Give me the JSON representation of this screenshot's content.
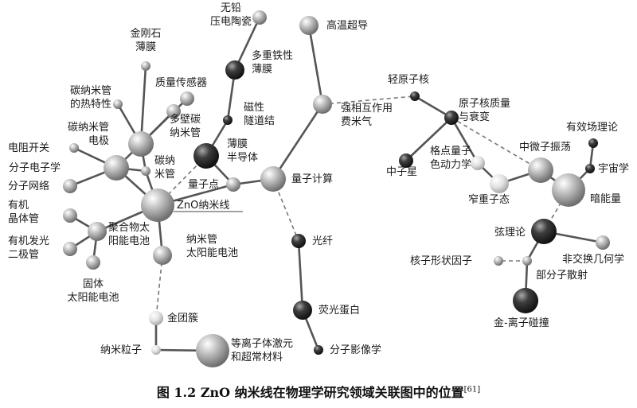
{
  "nodes": [
    {
      "id": "lead-free",
      "lines": [
        "无铅",
        "压电陶瓷"
      ],
      "shade": "light",
      "size": "small"
    },
    {
      "id": "multiferroic",
      "lines": [
        "多重铁性",
        "薄膜"
      ],
      "shade": "dark",
      "size": "medium"
    },
    {
      "id": "high-tc",
      "lines": [
        "高温超导"
      ],
      "shade": "light",
      "size": "medium"
    },
    {
      "id": "diamond-film",
      "lines": [
        "金刚石",
        "薄膜"
      ],
      "shade": "light",
      "size": "tiny"
    },
    {
      "id": "mass-sensor",
      "lines": [
        "质量传感器"
      ],
      "shade": "light",
      "size": "small"
    },
    {
      "id": "cnt-thermal",
      "lines": [
        "碳纳米管",
        "的热特性"
      ],
      "shade": "light",
      "size": "tiny"
    },
    {
      "id": "mwcnt",
      "lines": [
        "多壁碳",
        "纳米管"
      ],
      "shade": "light",
      "size": "small"
    },
    {
      "id": "magnetic-tunnel",
      "lines": [
        "磁性",
        "隧道结"
      ],
      "shade": "dark",
      "size": "tiny"
    },
    {
      "id": "cnt-electrode",
      "lines": [
        "碳纳米管",
        "电极"
      ],
      "shade": "light",
      "size": "large"
    },
    {
      "id": "resistive-switch",
      "lines": [
        "电阻开关"
      ],
      "shade": "light",
      "size": "tiny"
    },
    {
      "id": "film-semiconductor",
      "lines": [
        "薄膜",
        "半导体"
      ],
      "shade": "dark",
      "size": "large"
    },
    {
      "id": "molecular-electronics",
      "lines": [
        "分子电子学"
      ],
      "shade": "light",
      "size": "large"
    },
    {
      "id": "cnt",
      "lines": [
        "碳纳",
        "米管"
      ],
      "shade": "light",
      "size": "tiny"
    },
    {
      "id": "molecular-network",
      "lines": [
        "分子网络"
      ],
      "shade": "light",
      "size": "small"
    },
    {
      "id": "quantum-dot",
      "lines": [
        "量子点"
      ],
      "shade": "light",
      "size": "small"
    },
    {
      "id": "quantum-computing",
      "lines": [
        "量子计算"
      ],
      "shade": "light",
      "size": "large"
    },
    {
      "id": "strong-fermi",
      "lines": [
        "强相互作用",
        "费米气"
      ],
      "shade": "light",
      "size": "medium"
    },
    {
      "id": "zno-nanowire",
      "lines": [
        "ZnO纳米线"
      ],
      "shade": "light",
      "size": "xlarge"
    },
    {
      "id": "organic-crystal",
      "lines": [
        "有机",
        "晶体管"
      ],
      "shade": "light",
      "size": "small"
    },
    {
      "id": "polymer-solar",
      "lines": [
        "聚合物太",
        "阳能电池"
      ],
      "shade": "light",
      "size": "medium"
    },
    {
      "id": "organic-led",
      "lines": [
        "有机发光",
        "二极管"
      ],
      "shade": "light",
      "size": "small"
    },
    {
      "id": "nanotube-solar",
      "lines": [
        "纳米管",
        "太阳能电池"
      ],
      "shade": "light",
      "size": "medium"
    },
    {
      "id": "solid-solar",
      "lines": [
        "固体",
        "太阳能电池"
      ],
      "shade": "light",
      "size": "small"
    },
    {
      "id": "gold-cluster",
      "lines": [
        "金团簇"
      ],
      "shade": "pale",
      "size": "small"
    },
    {
      "id": "nanoparticle",
      "lines": [
        "纳米粒子"
      ],
      "shade": "pale",
      "size": "tiny"
    },
    {
      "id": "plasmonics",
      "lines": [
        "等离子体激元",
        "和超常材料"
      ],
      "shade": "light",
      "size": "xlarge"
    },
    {
      "id": "optical-fiber",
      "lines": [
        "光纤"
      ],
      "shade": "dark",
      "size": "small"
    },
    {
      "id": "fluorescent-protein",
      "lines": [
        "荧光蛋白"
      ],
      "shade": "dark",
      "size": "medium"
    },
    {
      "id": "molecular-imaging",
      "lines": [
        "分子影像学"
      ],
      "shade": "dark",
      "size": "tiny"
    },
    {
      "id": "light-nuclei",
      "lines": [
        "轻原子核"
      ],
      "shade": "dark",
      "size": "tiny"
    },
    {
      "id": "nuclear-mass",
      "lines": [
        "原子核质量",
        "与衰变"
      ],
      "shade": "dark",
      "size": "small"
    },
    {
      "id": "lattice-qcd",
      "lines": [
        "格点量子",
        "色动力学"
      ],
      "shade": "pale",
      "size": "small"
    },
    {
      "id": "neutron-star",
      "lines": [
        "中子星"
      ],
      "shade": "dark",
      "size": "small"
    },
    {
      "id": "neutron-oscillation",
      "lines": [
        "中微子振荡"
      ],
      "shade": "light",
      "size": "large"
    },
    {
      "id": "effective-field",
      "lines": [
        "有效场理论"
      ],
      "shade": "dark",
      "size": "tiny"
    },
    {
      "id": "cosmology",
      "lines": [
        "宇宙学"
      ],
      "shade": "dark",
      "size": "tiny"
    },
    {
      "id": "heavy-quarkonium",
      "lines": [
        "窄重子态"
      ],
      "shade": "pale",
      "size": "medium"
    },
    {
      "id": "dark-energy",
      "lines": [
        "暗能量"
      ],
      "shade": "light",
      "size": "xlarge"
    },
    {
      "id": "string-theory",
      "lines": [
        "弦理论"
      ],
      "shade": "dark",
      "size": "large"
    },
    {
      "id": "nuclear-form-factor",
      "lines": [
        "核子形状因子"
      ],
      "shade": "light",
      "size": "tiny"
    },
    {
      "id": "noncommutative-geometry",
      "lines": [
        "非交换几何学"
      ],
      "shade": "light",
      "size": "small"
    },
    {
      "id": "parton-scattering",
      "lines": [
        "部分子散射"
      ],
      "shade": "light",
      "size": "tiny"
    },
    {
      "id": "gold-ion-collision",
      "lines": [
        "金-离子碰撞"
      ],
      "shade": "dark",
      "size": "large"
    }
  ],
  "caption": {
    "figure_number": "图 1.2",
    "text": "ZnO 纳米线在物理学研究领域关联图中的位置",
    "ref": "[61]"
  }
}
